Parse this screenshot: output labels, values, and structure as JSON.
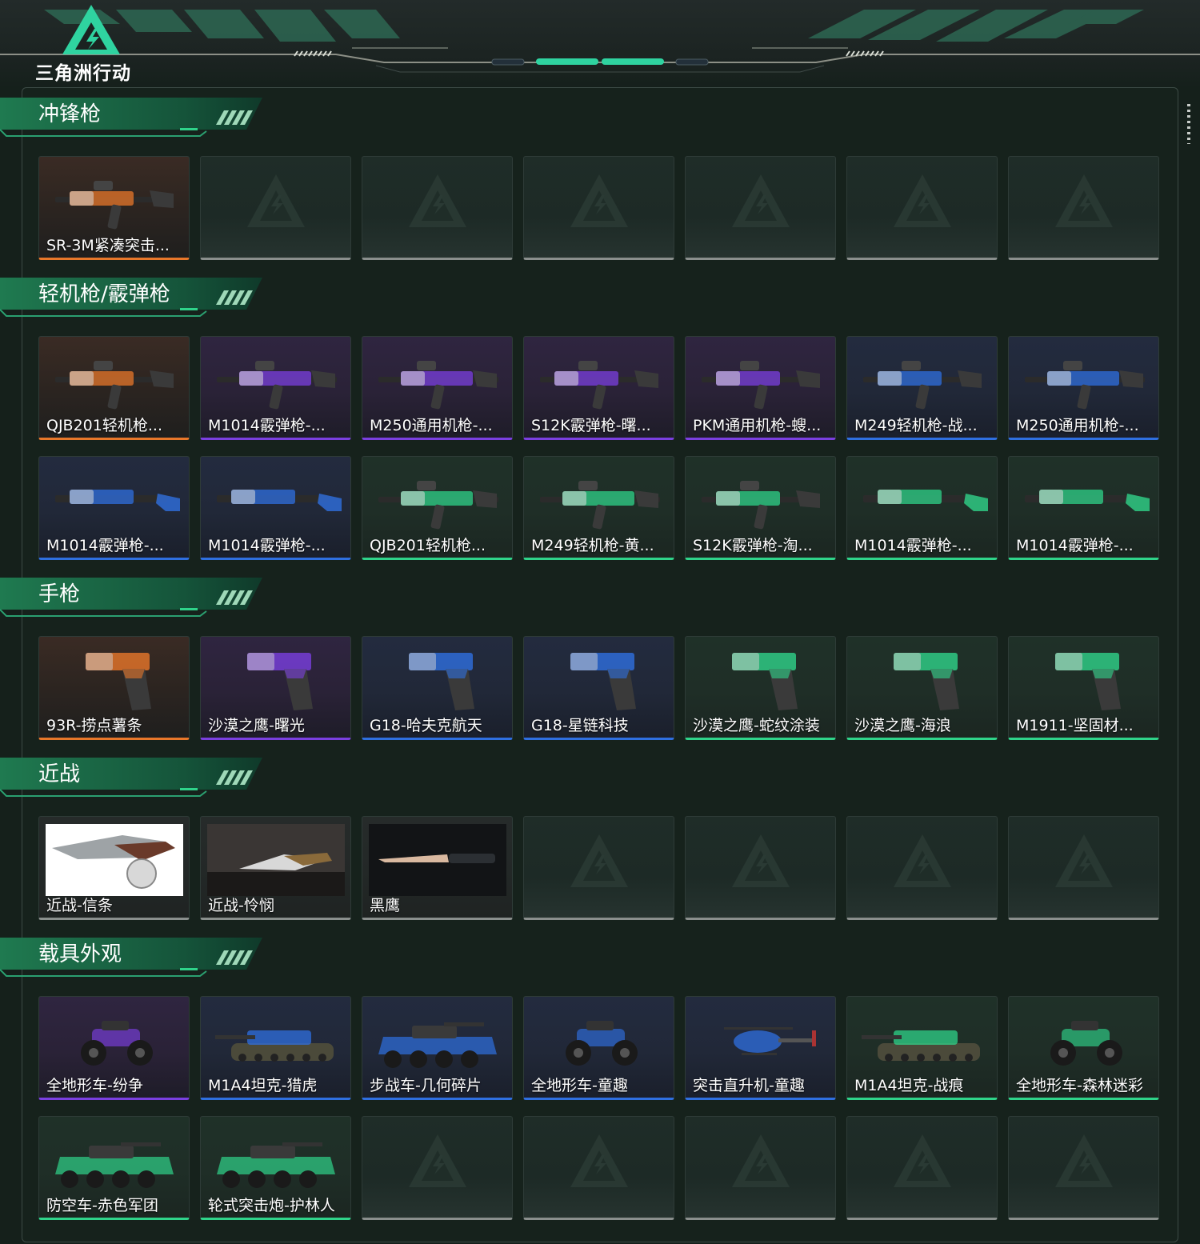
{
  "app": {
    "logo_text": "三角洲行动"
  },
  "colors": {
    "orange": "#e8772a",
    "purple": "#7b3fe0",
    "blue": "#2f6fe0",
    "green": "#2fd38a",
    "gray": "#8a8f8d"
  },
  "sections": [
    {
      "title": "冲锋枪",
      "items": [
        {
          "label": "SR-3M紧凑突击...",
          "rarity": "orange",
          "art": "rifle"
        },
        {
          "empty": true
        },
        {
          "empty": true
        },
        {
          "empty": true
        },
        {
          "empty": true
        },
        {
          "empty": true
        },
        {
          "empty": true
        }
      ]
    },
    {
      "title": "轻机枪/霰弹枪",
      "items": [
        {
          "label": "QJB201轻机枪...",
          "rarity": "orange",
          "art": "rifle"
        },
        {
          "label": "M1014霰弹枪-...",
          "rarity": "purple",
          "art": "long"
        },
        {
          "label": "M250通用机枪-...",
          "rarity": "purple",
          "art": "long"
        },
        {
          "label": "S12K霰弹枪-曙...",
          "rarity": "purple",
          "art": "rifle"
        },
        {
          "label": "PKM通用机枪-螋...",
          "rarity": "purple",
          "art": "rifle"
        },
        {
          "label": "M249轻机枪-战...",
          "rarity": "blue",
          "art": "rifle"
        },
        {
          "label": "M250通用机枪-...",
          "rarity": "blue",
          "art": "long"
        },
        {
          "label": "M1014霰弹枪-...",
          "rarity": "blue",
          "art": "shotgun"
        },
        {
          "label": "M1014霰弹枪-...",
          "rarity": "blue",
          "art": "shotgun"
        },
        {
          "label": "QJB201轻机枪...",
          "rarity": "green",
          "art": "long"
        },
        {
          "label": "M249轻机枪-黄...",
          "rarity": "green",
          "art": "long"
        },
        {
          "label": "S12K霰弹枪-淘...",
          "rarity": "green",
          "art": "rifle"
        },
        {
          "label": "M1014霰弹枪-...",
          "rarity": "green",
          "art": "shotgun"
        },
        {
          "label": "M1014霰弹枪-...",
          "rarity": "green",
          "art": "shotgun"
        }
      ]
    },
    {
      "title": "手枪",
      "items": [
        {
          "label": "93R-捞点薯条",
          "rarity": "orange",
          "art": "pistol"
        },
        {
          "label": "沙漠之鹰-曙光",
          "rarity": "purple",
          "art": "pistol"
        },
        {
          "label": "G18-哈夫克航天",
          "rarity": "blue",
          "art": "pistol"
        },
        {
          "label": "G18-星链科技",
          "rarity": "blue",
          "art": "pistol"
        },
        {
          "label": "沙漠之鹰-蛇纹涂装",
          "rarity": "green",
          "art": "pistol"
        },
        {
          "label": "沙漠之鹰-海浪",
          "rarity": "green",
          "art": "pistol"
        },
        {
          "label": "M1911-坚固材...",
          "rarity": "green",
          "art": "pistol"
        }
      ]
    },
    {
      "title": "近战",
      "items": [
        {
          "label": "近战-信条",
          "rarity": "gray",
          "art": "knife-white"
        },
        {
          "label": "近战-怜悯",
          "rarity": "gray",
          "art": "knife-dark"
        },
        {
          "label": "黑鹰",
          "rarity": "gray",
          "art": "knife-black"
        },
        {
          "empty": true
        },
        {
          "empty": true
        },
        {
          "empty": true
        },
        {
          "empty": true
        }
      ]
    },
    {
      "title": "载具外观",
      "items": [
        {
          "label": "全地形车-纷争",
          "rarity": "purple",
          "art": "atv"
        },
        {
          "label": "M1A4坦克-猎虎",
          "rarity": "blue",
          "art": "tank"
        },
        {
          "label": "步战车-几何碎片",
          "rarity": "blue",
          "art": "apc"
        },
        {
          "label": "全地形车-童趣",
          "rarity": "blue",
          "art": "atv"
        },
        {
          "label": "突击直升机-童趣",
          "rarity": "blue",
          "art": "heli"
        },
        {
          "label": "M1A4坦克-战痕",
          "rarity": "green",
          "art": "tank"
        },
        {
          "label": "全地形车-森林迷彩",
          "rarity": "green",
          "art": "atv"
        },
        {
          "label": "防空车-赤色军团",
          "rarity": "green",
          "art": "apc"
        },
        {
          "label": "轮式突击炮-护林人",
          "rarity": "green",
          "art": "apc"
        },
        {
          "empty": true
        },
        {
          "empty": true
        },
        {
          "empty": true
        },
        {
          "empty": true
        },
        {
          "empty": true
        }
      ]
    }
  ]
}
